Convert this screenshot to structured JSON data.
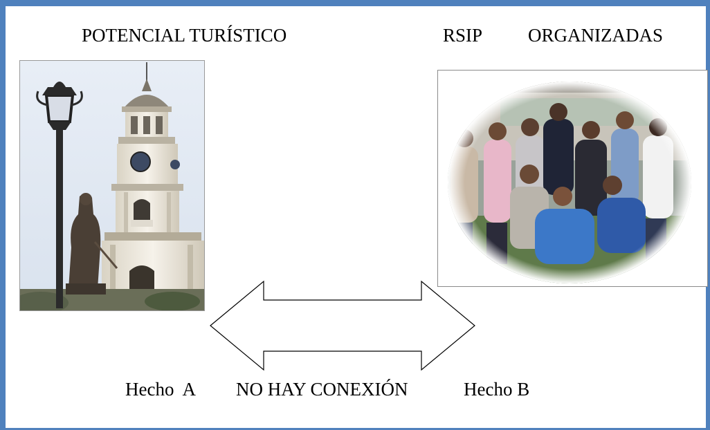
{
  "header": {
    "left_title": "POTENCIAL TURÍSTICO",
    "right_title_a": "RSIP",
    "right_title_b": "ORGANIZADAS"
  },
  "footer": {
    "fact_a": "Hecho  A",
    "no_connection": "NO HAY CONEXIÓN",
    "fact_b": "Hecho B"
  },
  "colors": {
    "frame": "#4f81bd"
  }
}
